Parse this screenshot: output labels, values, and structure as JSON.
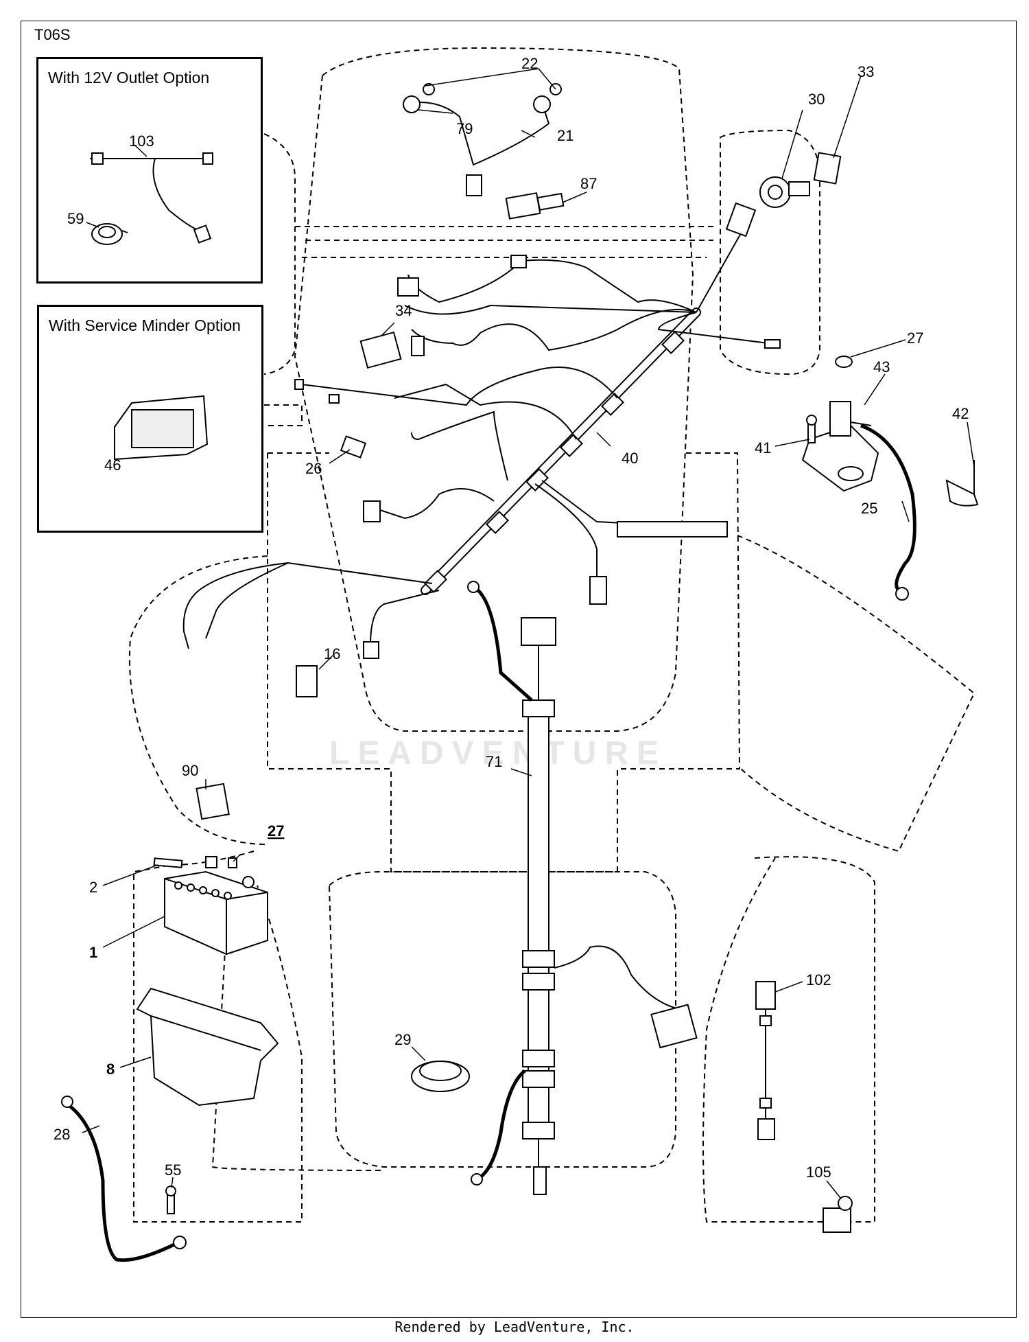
{
  "diagram_code": "T06S",
  "footer": "Rendered by LeadVenture, Inc.",
  "watermark": "LEADVENTURE",
  "insets": {
    "outlet": {
      "title": "With 12V Outlet Option"
    },
    "service": {
      "title": "With Service Minder Option"
    }
  },
  "callouts": {
    "c22": "22",
    "c79": "79",
    "c21": "21",
    "c87": "87",
    "c33": "33",
    "c30": "30",
    "c103": "103",
    "c59": "59",
    "c34": "34",
    "c27a": "27",
    "c43": "43",
    "c42": "42",
    "c41": "41",
    "c25": "25",
    "c46": "46",
    "c26": "26",
    "c40": "40",
    "c16": "16",
    "c90": "90",
    "c27b": "27",
    "c2": "2",
    "c1": "1",
    "c71": "71",
    "c8": "8",
    "c29": "29",
    "c102": "102",
    "c28": "28",
    "c55": "55",
    "c105": "105"
  }
}
